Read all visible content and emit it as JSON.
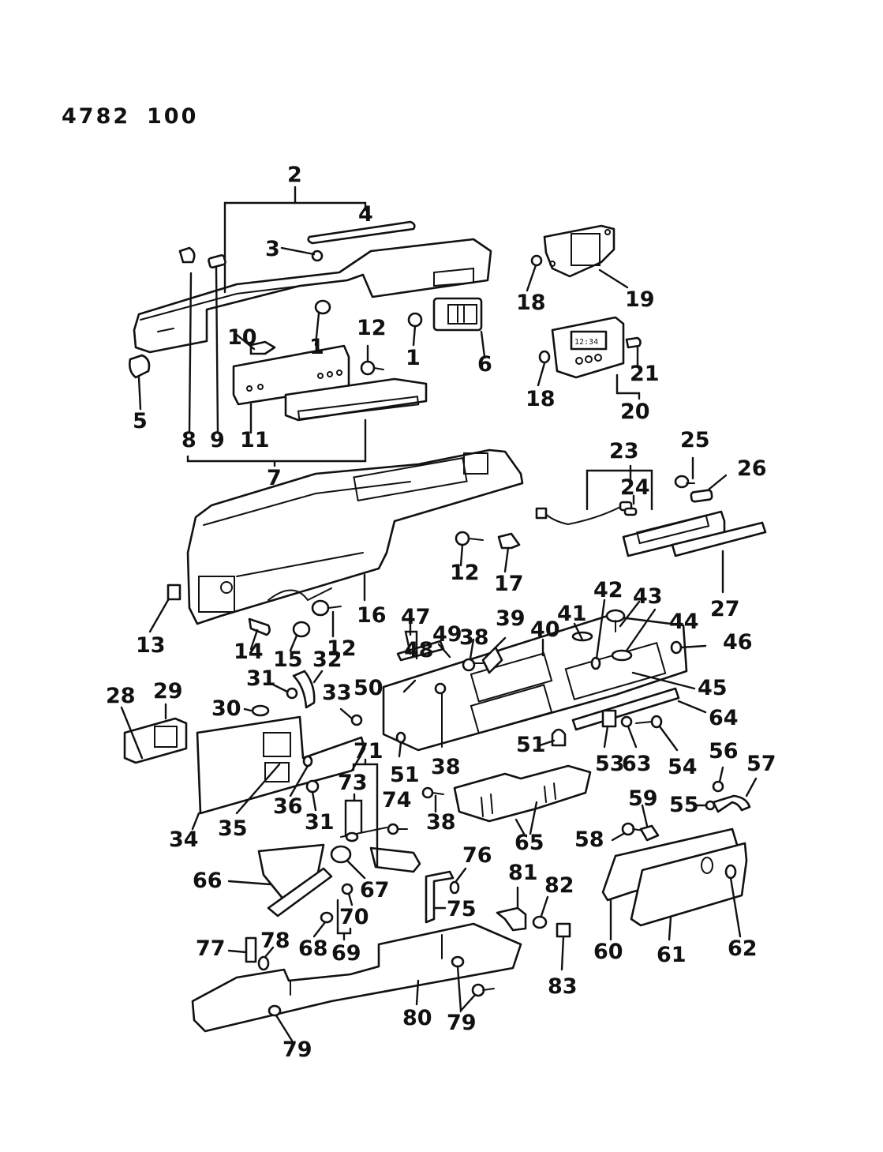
{
  "page": {
    "catalog_number": "4782",
    "group_number": "100"
  },
  "clock_display": "12:34",
  "callouts": {
    "c1a": "1",
    "c1b": "1",
    "c2": "2",
    "c3": "3",
    "c4": "4",
    "c5": "5",
    "c6": "6",
    "c7": "7",
    "c8": "8",
    "c9": "9",
    "c10": "10",
    "c11": "11",
    "c12a": "12",
    "c12b": "12",
    "c12c": "12",
    "c13": "13",
    "c14": "14",
    "c15": "15",
    "c16": "16",
    "c17": "17",
    "c18a": "18",
    "c18b": "18",
    "c19": "19",
    "c20": "20",
    "c21": "21",
    "c23": "23",
    "c24": "24",
    "c25": "25",
    "c26": "26",
    "c27": "27",
    "c28": "28",
    "c29": "29",
    "c30": "30",
    "c31a": "31",
    "c31b": "31",
    "c32": "32",
    "c33": "33",
    "c34": "34",
    "c35": "35",
    "c36": "36",
    "c38a": "38",
    "c38b": "38",
    "c38c": "38",
    "c39": "39",
    "c40": "40",
    "c41": "41",
    "c42": "42",
    "c43": "43",
    "c44": "44",
    "c45": "45",
    "c46": "46",
    "c47": "47",
    "c48": "48",
    "c49": "49",
    "c50": "50",
    "c51a": "51",
    "c51b": "51",
    "c53": "53",
    "c54": "54",
    "c55": "55",
    "c56": "56",
    "c57": "57",
    "c58": "58",
    "c59": "59",
    "c60": "60",
    "c61": "61",
    "c62": "62",
    "c63": "63",
    "c64": "64",
    "c65": "65",
    "c66": "66",
    "c67": "67",
    "c68": "68",
    "c69": "69",
    "c70": "70",
    "c71": "71",
    "c73": "73",
    "c74": "74",
    "c75": "75",
    "c76": "76",
    "c77": "77",
    "c78": "78",
    "c79a": "79",
    "c79b": "79",
    "c80": "80",
    "c81": "81",
    "c82": "82",
    "c83": "83"
  }
}
